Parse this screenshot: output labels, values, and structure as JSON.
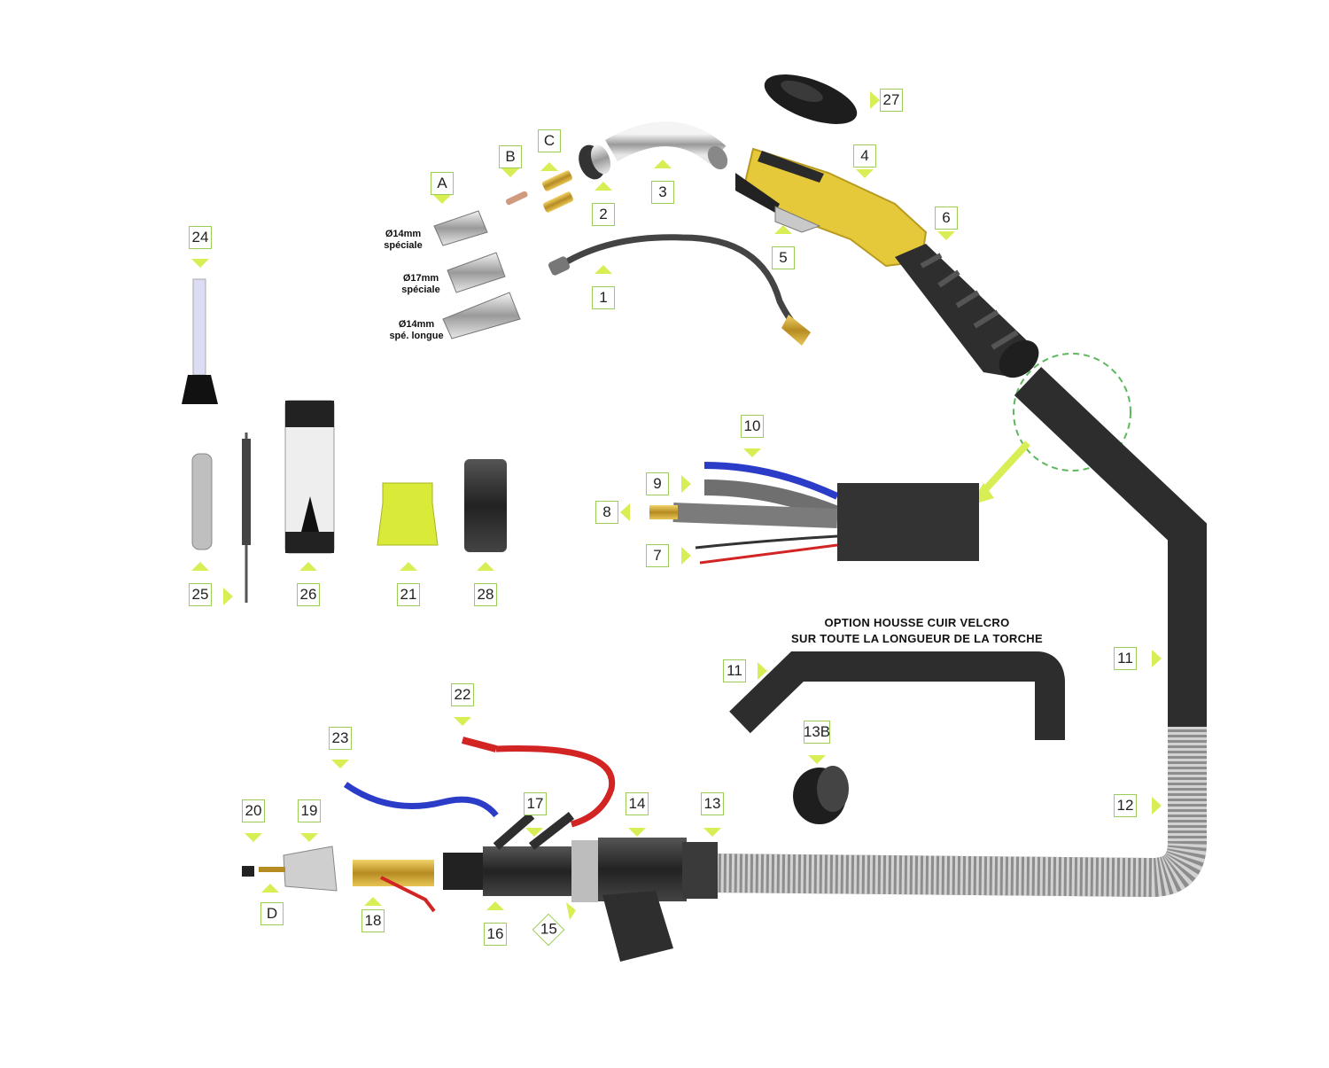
{
  "labels": [
    {
      "id": "27",
      "text": "27"
    },
    {
      "id": "4",
      "text": "4"
    },
    {
      "id": "6",
      "text": "6"
    },
    {
      "id": "5",
      "text": "5"
    },
    {
      "id": "3",
      "text": "3"
    },
    {
      "id": "2",
      "text": "2"
    },
    {
      "id": "C",
      "text": "C"
    },
    {
      "id": "B",
      "text": "B"
    },
    {
      "id": "A",
      "text": "A"
    },
    {
      "id": "1",
      "text": "1"
    },
    {
      "id": "24",
      "text": "24"
    },
    {
      "id": "10",
      "text": "10"
    },
    {
      "id": "9",
      "text": "9"
    },
    {
      "id": "8",
      "text": "8"
    },
    {
      "id": "7",
      "text": "7"
    },
    {
      "id": "25",
      "text": "25"
    },
    {
      "id": "26",
      "text": "26"
    },
    {
      "id": "21",
      "text": "21"
    },
    {
      "id": "28",
      "text": "28"
    },
    {
      "id": "11a",
      "text": "11"
    },
    {
      "id": "11b",
      "text": "11"
    },
    {
      "id": "13B",
      "text": "13B"
    },
    {
      "id": "12",
      "text": "12"
    },
    {
      "id": "22",
      "text": "22"
    },
    {
      "id": "23",
      "text": "23"
    },
    {
      "id": "20",
      "text": "20"
    },
    {
      "id": "19",
      "text": "19"
    },
    {
      "id": "17",
      "text": "17"
    },
    {
      "id": "14",
      "text": "14"
    },
    {
      "id": "13",
      "text": "13"
    },
    {
      "id": "D",
      "text": "D"
    },
    {
      "id": "18",
      "text": "18"
    },
    {
      "id": "16",
      "text": "16"
    },
    {
      "id": "15",
      "text": "15"
    }
  ],
  "nozzle_captions": {
    "c1_l1": "Ø14mm",
    "c1_l2": "spéciale",
    "c2_l1": "Ø17mm",
    "c2_l2": "spéciale",
    "c3_l1": "Ø14mm",
    "c3_l2": "spé. longue"
  },
  "option_text": {
    "line1": "OPTION HOUSSE CUIR VELCRO",
    "line2": "SUR TOUTE LA LONGUEUR DE LA TORCHE"
  },
  "colors": {
    "label_border": "#9ccd58",
    "arrow": "#d9ee55",
    "handle_yellow": "#e6c93a",
    "cable_dark": "#2d2d2d",
    "blue_hose": "#2a3cc8",
    "red_hose": "#d32424",
    "callout_circle": "#5cb85c"
  }
}
